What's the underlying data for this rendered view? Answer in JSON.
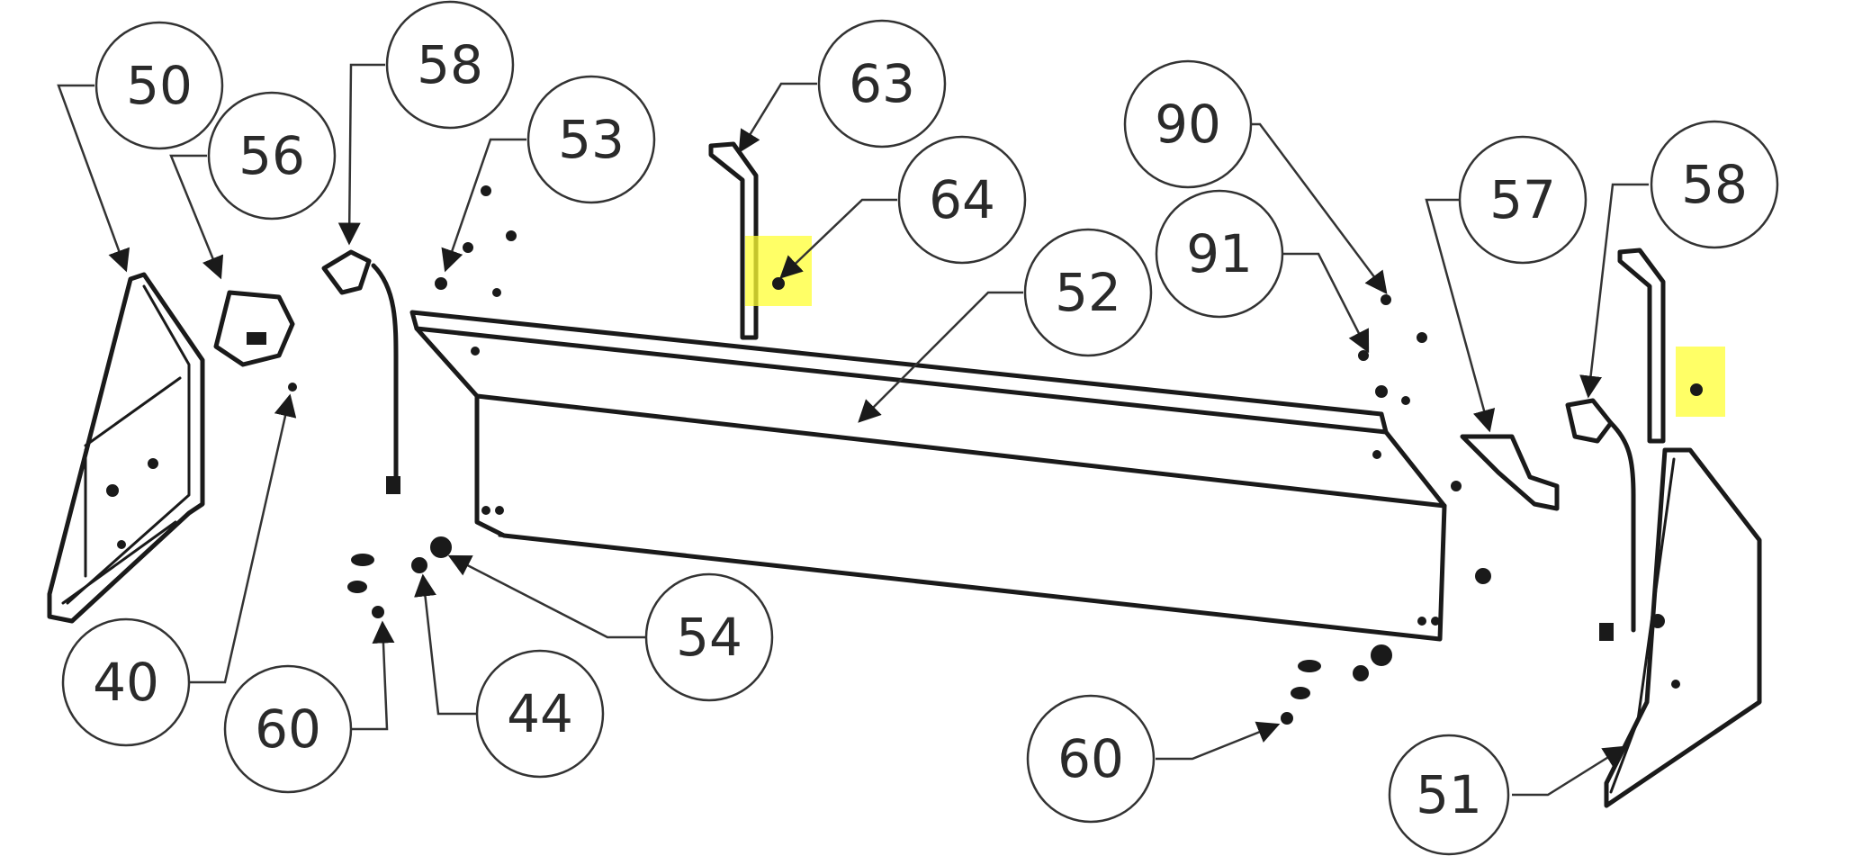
{
  "diagram": {
    "accent_highlight": "#ffff33",
    "line_color": "#1a1a1a",
    "callouts": [
      "50",
      "56",
      "58",
      "53",
      "63",
      "64",
      "52",
      "90",
      "91",
      "57",
      "58",
      "40",
      "60",
      "44",
      "54",
      "60",
      "51"
    ]
  }
}
